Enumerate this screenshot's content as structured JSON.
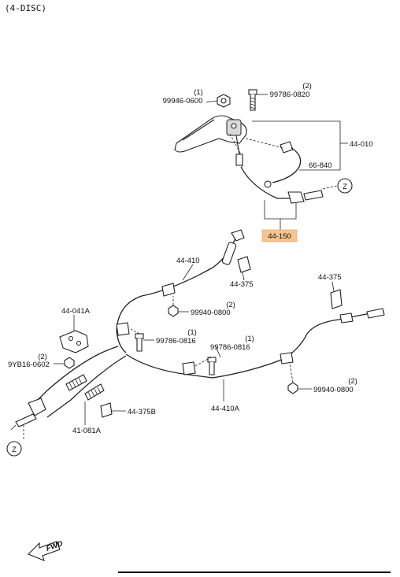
{
  "header": "(4-DISC)",
  "parts": {
    "p99946": {
      "qty": "(1)",
      "code": "99946-0600"
    },
    "p99786_0820": {
      "qty": "(2)",
      "code": "99786-0820"
    },
    "p44010": "44-010",
    "p66840": "66-840",
    "p44150": "44-150",
    "p44410": "44-410",
    "p44375_left": "44-375",
    "p44375_right": "44-375",
    "p99940_a": {
      "qty": "(2)",
      "code": "99940-0800"
    },
    "p44041A": "44-041A",
    "p99786_0816_a": {
      "qty": "(1)",
      "code": "99786-0816"
    },
    "p99786_0816_b": {
      "qty": "(1)",
      "code": "99786-0816"
    },
    "p9YB16": {
      "qty": "(2)",
      "code": "9YB16-0602"
    },
    "p41081A": "41-081A",
    "p44375B": "44-375B",
    "p44410A": "44-410A",
    "p99940_b": {
      "qty": "(2)",
      "code": "99940-0800"
    }
  },
  "callout": "Z",
  "fwd": "FWD",
  "colors": {
    "highlight": "#f7c48e",
    "line": "#222222"
  }
}
